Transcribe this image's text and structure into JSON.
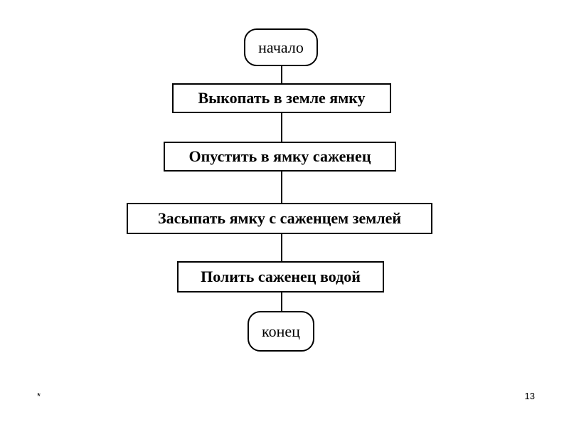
{
  "flowchart": {
    "start": "начало",
    "steps": [
      "Выкопать в земле ямку",
      "Опустить в ямку саженец",
      "Засыпать ямку с саженцем землей",
      "Полить саженец водой"
    ],
    "end": "конец"
  },
  "footer": {
    "mark": "*",
    "page_number": "13"
  }
}
